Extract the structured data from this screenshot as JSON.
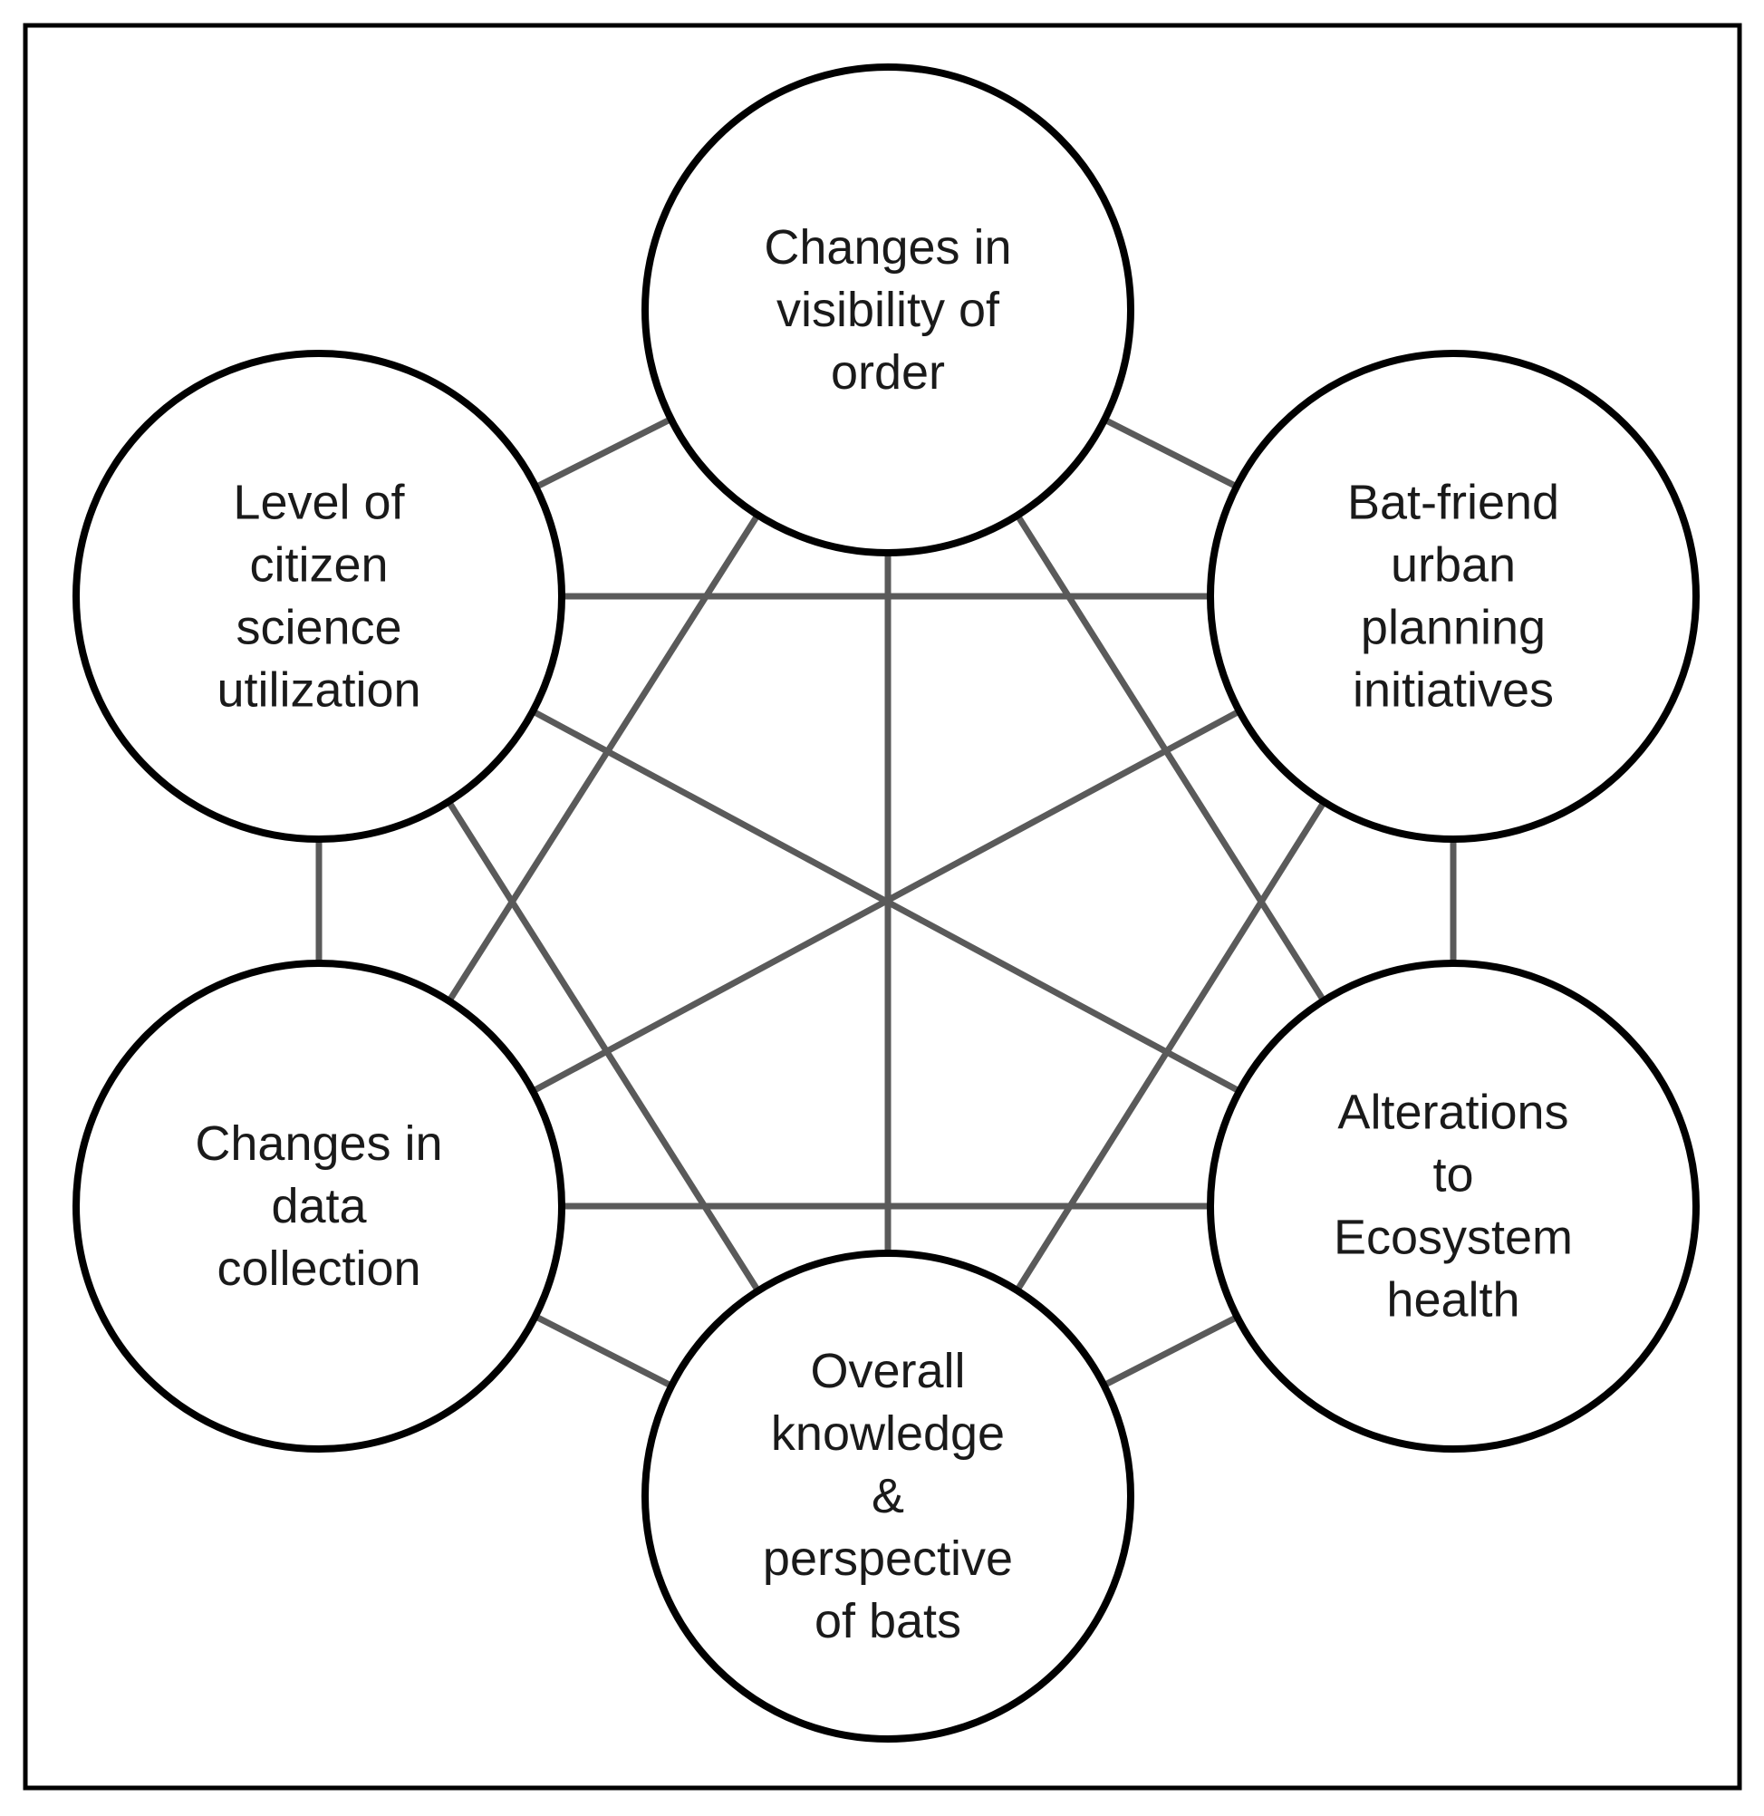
{
  "diagram": {
    "nodes": [
      {
        "id": "visibility",
        "lines": [
          "Changes in",
          "visibility of",
          "order"
        ]
      },
      {
        "id": "urban",
        "lines": [
          "Bat-friend",
          "urban",
          "planning",
          "initiatives"
        ]
      },
      {
        "id": "ecosystem",
        "lines": [
          "Alterations",
          "to",
          "Ecosystem",
          "health"
        ]
      },
      {
        "id": "knowledge",
        "lines": [
          "Overall",
          "knowledge",
          "&",
          "perspective",
          "of bats"
        ]
      },
      {
        "id": "data",
        "lines": [
          "Changes in",
          "data",
          "collection"
        ]
      },
      {
        "id": "citizen",
        "lines": [
          "Level of",
          "citizen",
          "science",
          "utilization"
        ]
      }
    ],
    "edges": [
      [
        "visibility",
        "urban"
      ],
      [
        "visibility",
        "ecosystem"
      ],
      [
        "visibility",
        "knowledge"
      ],
      [
        "visibility",
        "data"
      ],
      [
        "visibility",
        "citizen"
      ],
      [
        "urban",
        "ecosystem"
      ],
      [
        "urban",
        "knowledge"
      ],
      [
        "urban",
        "data"
      ],
      [
        "urban",
        "citizen"
      ],
      [
        "ecosystem",
        "knowledge"
      ],
      [
        "ecosystem",
        "data"
      ],
      [
        "ecosystem",
        "citizen"
      ],
      [
        "knowledge",
        "data"
      ],
      [
        "knowledge",
        "citizen"
      ],
      [
        "data",
        "citizen"
      ]
    ],
    "colors": {
      "edge": "#5a5a5a",
      "node_stroke": "#000000",
      "node_fill": "#ffffff",
      "text": "#1a1a1a"
    }
  }
}
